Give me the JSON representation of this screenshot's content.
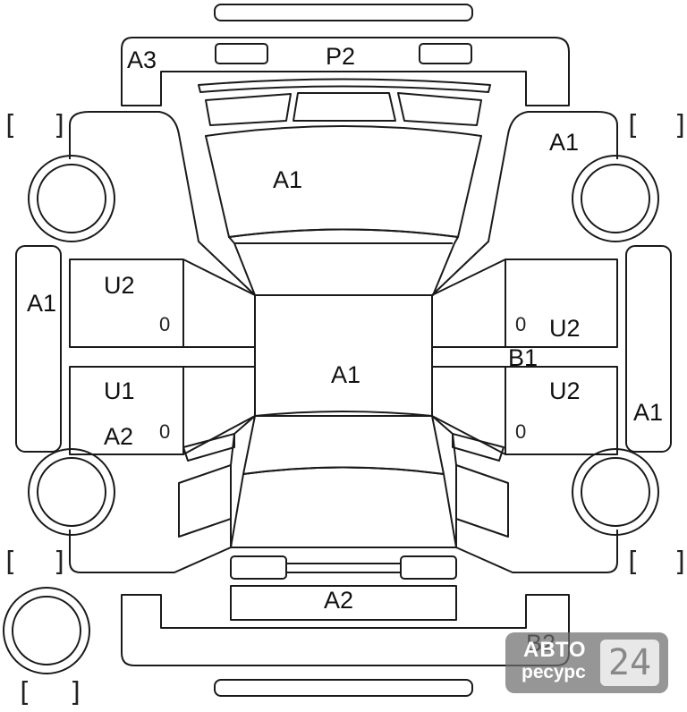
{
  "labels": {
    "p2": "P2",
    "a3": "A3",
    "a1_hood": "A1",
    "a1_front_right": "A1",
    "a1_left_side": "A1",
    "a1_right_side": "A1",
    "a1_roof": "A1",
    "u2_left": "U2",
    "u1_left": "U1",
    "a2_left": "A2",
    "u2_right_top": "U2",
    "b1_right": "B1",
    "u2_right_bottom": "U2",
    "a2_rear": "A2",
    "b2_rear": "B2"
  },
  "zero_marks": [
    "0",
    "0",
    "0",
    "0"
  ],
  "brackets": [
    "[",
    "]"
  ],
  "watermark": {
    "line1": "АВТО",
    "line2": "ресурс",
    "number": "24"
  }
}
